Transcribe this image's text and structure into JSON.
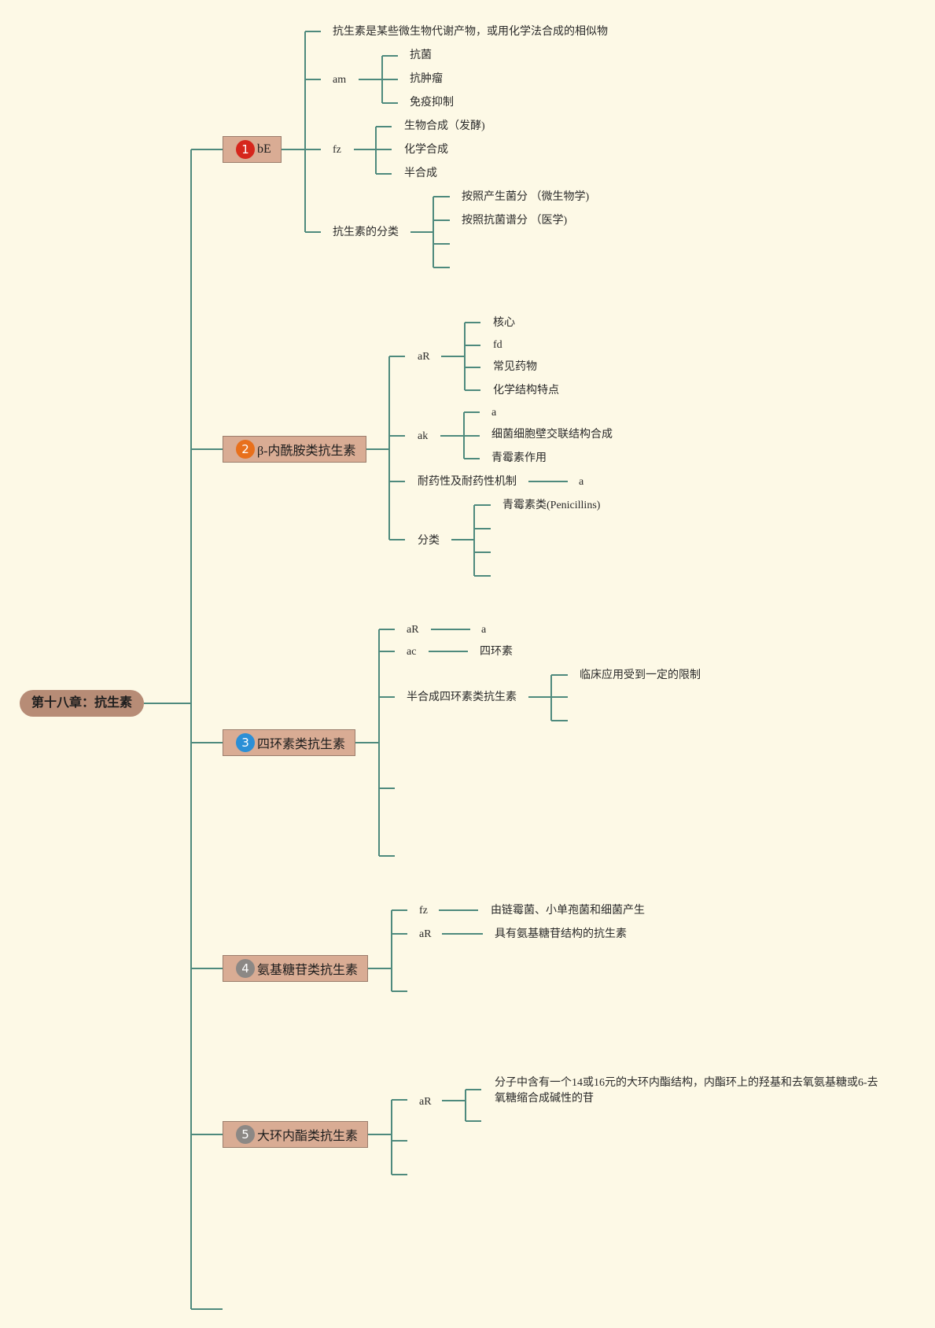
{
  "root": {
    "label": "第十八章：抗生素"
  },
  "branch1": {
    "badge": "1",
    "badge_color": "#d6261c",
    "title": "bE",
    "n1": "抗生素是某些微生物代谢产物，或用化学法合成的相似物",
    "am": {
      "label": "am",
      "items": [
        "抗菌",
        "抗肿瘤",
        "免疫抑制"
      ]
    },
    "fz": {
      "label": "fz",
      "items": [
        "生物合成（发酵)",
        "化学合成",
        "半合成"
      ]
    },
    "cls": {
      "label": "抗生素的分类",
      "items": [
        "按照产生菌分 （微生物学)",
        "按照抗菌谱分 （医学)"
      ]
    }
  },
  "branch2": {
    "badge": "2",
    "badge_color": "#e8701c",
    "title": "β-内酰胺类抗生素",
    "aR": {
      "label": "aR",
      "items": [
        "核心",
        "fd",
        "常见药物",
        "化学结构特点"
      ]
    },
    "ak": {
      "label": "ak",
      "items": [
        "a",
        "细菌细胞壁交联结构合成",
        "青霉素作用"
      ]
    },
    "res": {
      "label": "耐药性及耐药性机制",
      "value": "a"
    },
    "cls": {
      "label": "分类",
      "items": [
        "青霉素类(Penicillins)"
      ]
    }
  },
  "branch3": {
    "badge": "3",
    "badge_color": "#2b8fd6",
    "title": "四环素类抗生素",
    "aR": {
      "label": "aR",
      "value": "a"
    },
    "ac": {
      "label": "ac",
      "value": "四环素"
    },
    "semi": {
      "label": "半合成四环素类抗生素",
      "items": [
        "临床应用受到一定的限制"
      ]
    }
  },
  "branch4": {
    "badge": "4",
    "badge_color": "#8c8885",
    "title": "氨基糖苷类抗生素",
    "fz": {
      "label": "fz",
      "value": "由链霉菌、小单孢菌和细菌产生"
    },
    "aR": {
      "label": "aR",
      "value": "具有氨基糖苷结构的抗生素"
    }
  },
  "branch5": {
    "badge": "5",
    "badge_color": "#8c8885",
    "title": "大环内酯类抗生素",
    "aR": {
      "label": "aR",
      "value": "分子中含有一个14或16元的大环内酯结构，内酯环上的羟基和去氧氨基糖或6-去氧糖缩合成碱性的苷"
    }
  }
}
